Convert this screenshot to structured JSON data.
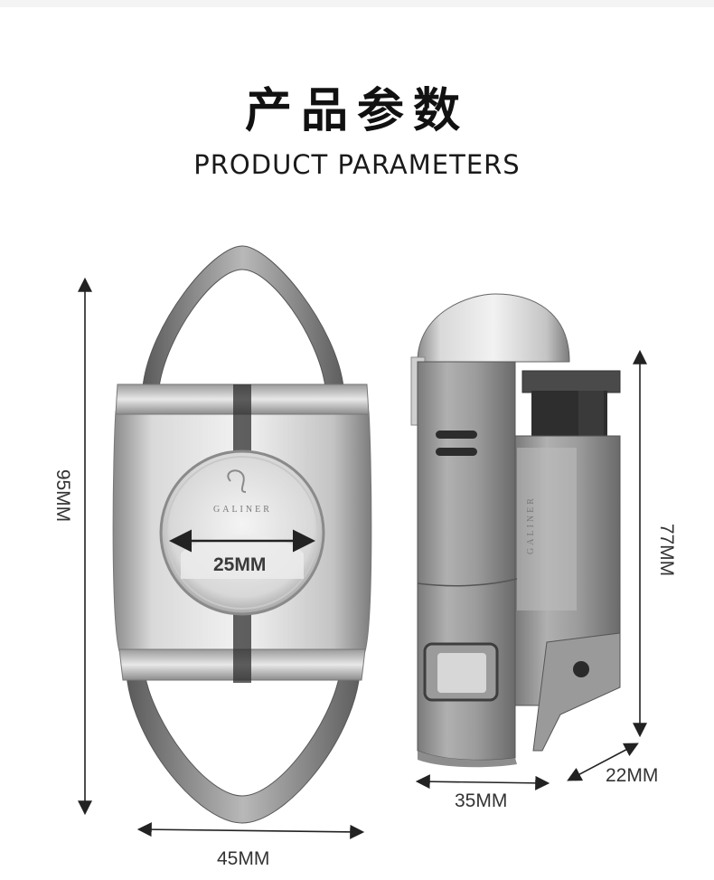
{
  "header": {
    "title_cn": "产品参数",
    "title_en": "PRODUCT PARAMETERS"
  },
  "cutter": {
    "height_label": "95MM",
    "width_label": "45MM",
    "blade_label": "25MM",
    "brand": "GALINER"
  },
  "lighter": {
    "height_label": "77MM",
    "width_label": "35MM",
    "depth_label": "22MM",
    "brand": "GALINER"
  },
  "colors": {
    "metal_light": "#e6e6e6",
    "metal_mid": "#b3b3b3",
    "metal_dark": "#6e6e6e",
    "text": "#111111"
  }
}
